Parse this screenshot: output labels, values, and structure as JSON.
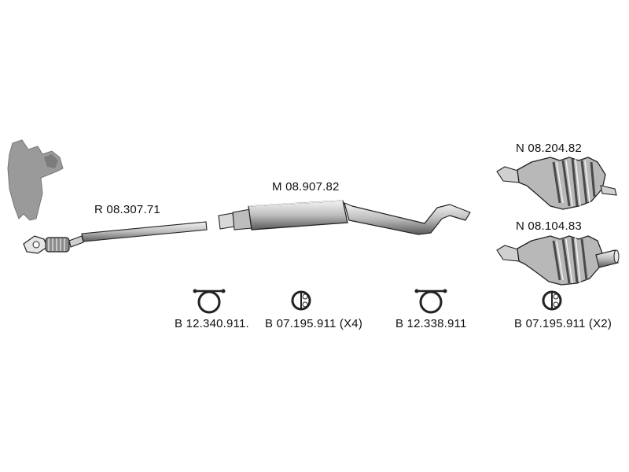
{
  "parts": {
    "front_pipe": {
      "code": "R 08.307.71"
    },
    "middle_silencer": {
      "code": "M 08.907.82"
    },
    "rear_silencer_a": {
      "code": "N 08.204.82"
    },
    "rear_silencer_b": {
      "code": "N 08.104.83"
    }
  },
  "clamps": [
    {
      "code": "B 12.340.911."
    },
    {
      "code": "B 07.195.911 (X4)"
    },
    {
      "code": "B 12.338.911"
    },
    {
      "code": "B 07.195.911 (X2)"
    }
  ],
  "colors": {
    "ink": "#222222",
    "shade": "#8c8c8c",
    "light": "#cfcfcf"
  }
}
